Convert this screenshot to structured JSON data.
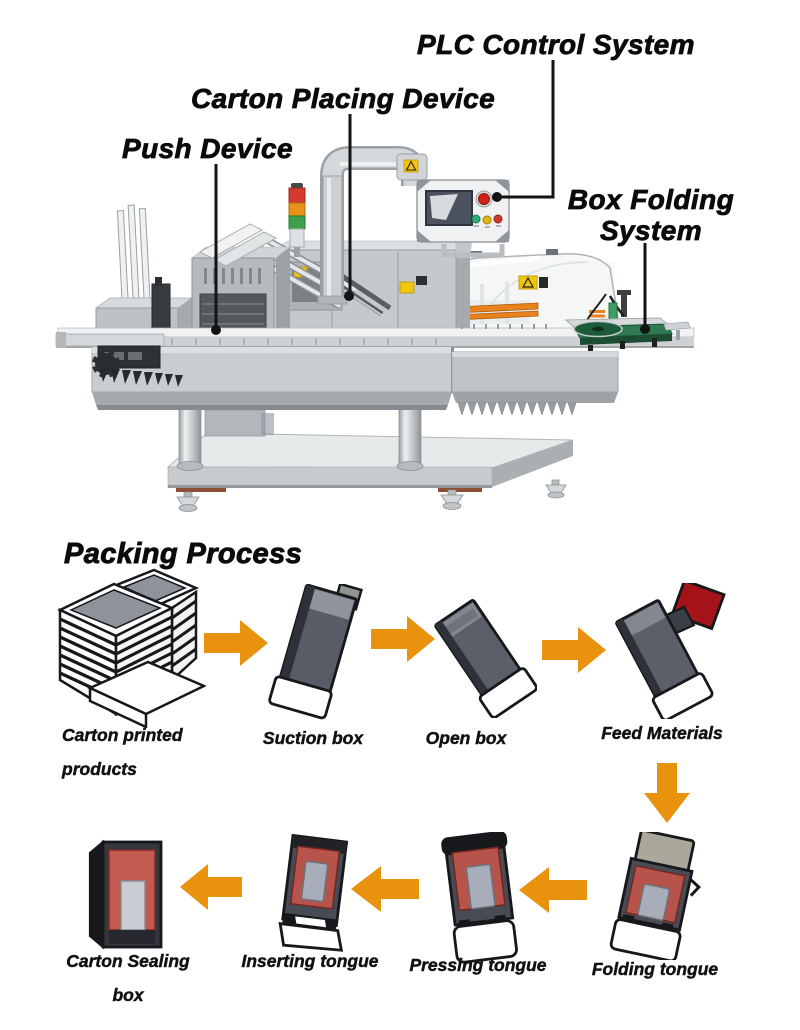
{
  "figure": {
    "labels": {
      "plc": "PLC Control System",
      "carton_placing": "Carton Placing Device",
      "push": "Push Device",
      "box_folding": [
        "Box Folding",
        "System"
      ]
    }
  },
  "process": {
    "heading": "Packing Process",
    "steps": [
      {
        "icon": "carton-stack-icon",
        "lines": [
          "Carton printed",
          "products"
        ]
      },
      {
        "icon": "suction-box-icon",
        "lines": [
          "Suction box"
        ]
      },
      {
        "icon": "open-box-icon",
        "lines": [
          "Open box"
        ]
      },
      {
        "icon": "feed-materials-icon",
        "lines": [
          "Feed Materials"
        ]
      },
      {
        "icon": "folding-tongue-icon",
        "lines": [
          "Folding tongue"
        ]
      },
      {
        "icon": "pressing-tongue-icon",
        "lines": [
          "Pressing tongue"
        ]
      },
      {
        "icon": "inserting-tongue-icon",
        "lines": [
          "Inserting tongue"
        ]
      },
      {
        "icon": "carton-sealing-box-icon",
        "lines": [
          "Carton Sealing",
          "box"
        ]
      }
    ],
    "arrows": {
      "right_count": 3,
      "down_count": 1,
      "left_count": 3,
      "color": "#E8920D"
    }
  },
  "colors": {
    "arrow_orange": "#E8920D",
    "label_text": "#0B0B0B",
    "machine_accent_orange": "#E8821E",
    "conveyor_green": "#2F7A52",
    "blister_red_bright": "#A31318",
    "blister_red_soft": "#B6544B",
    "signal_red": "#D23A2E",
    "signal_amber": "#E8921A",
    "signal_green": "#3F9E49",
    "warning_yellow": "#F2C50F",
    "machine_gray": "#C9CDD0"
  }
}
